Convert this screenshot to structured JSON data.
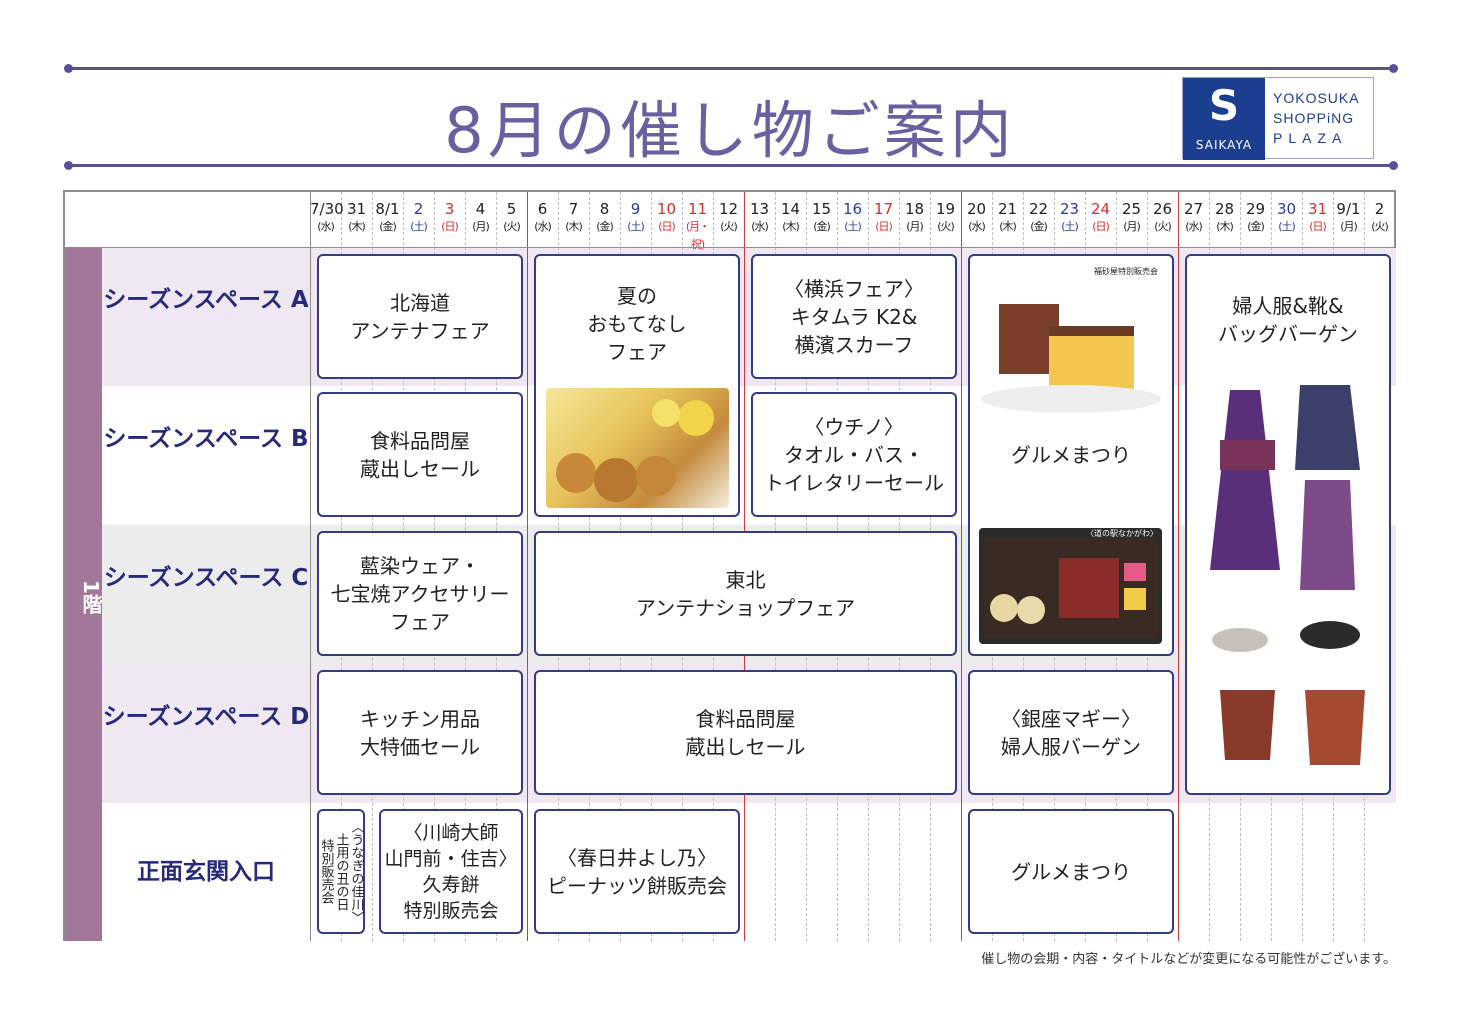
{
  "title": "8月の催し物ご案内",
  "logo": {
    "brand": "SAIKAYA",
    "line1": "YOKOSUKA",
    "line2": "SHOPPiNG",
    "line3": "PLAZA"
  },
  "floor_label": "1階",
  "spaces": [
    "シーズンスペース A",
    "シーズンスペース B",
    "シーズンスペース C",
    "シーズンスペース D",
    "正面玄関入口"
  ],
  "days": [
    {
      "d": "7/30",
      "w": "(水)",
      "t": ""
    },
    {
      "d": "31",
      "w": "(木)",
      "t": ""
    },
    {
      "d": "8/1",
      "w": "(金)",
      "t": ""
    },
    {
      "d": "2",
      "w": "(土)",
      "t": "sat"
    },
    {
      "d": "3",
      "w": "(日)",
      "t": "sun"
    },
    {
      "d": "4",
      "w": "(月)",
      "t": ""
    },
    {
      "d": "5",
      "w": "(火)",
      "t": ""
    },
    {
      "d": "6",
      "w": "(水)",
      "t": ""
    },
    {
      "d": "7",
      "w": "(木)",
      "t": ""
    },
    {
      "d": "8",
      "w": "(金)",
      "t": ""
    },
    {
      "d": "9",
      "w": "(土)",
      "t": "sat"
    },
    {
      "d": "10",
      "w": "(日)",
      "t": "sun"
    },
    {
      "d": "11",
      "w": "(月・祝)",
      "t": "sun"
    },
    {
      "d": "12",
      "w": "(火)",
      "t": ""
    },
    {
      "d": "13",
      "w": "(水)",
      "t": ""
    },
    {
      "d": "14",
      "w": "(木)",
      "t": ""
    },
    {
      "d": "15",
      "w": "(金)",
      "t": ""
    },
    {
      "d": "16",
      "w": "(土)",
      "t": "sat"
    },
    {
      "d": "17",
      "w": "(日)",
      "t": "sun"
    },
    {
      "d": "18",
      "w": "(月)",
      "t": ""
    },
    {
      "d": "19",
      "w": "(火)",
      "t": ""
    },
    {
      "d": "20",
      "w": "(水)",
      "t": ""
    },
    {
      "d": "21",
      "w": "(木)",
      "t": ""
    },
    {
      "d": "22",
      "w": "(金)",
      "t": ""
    },
    {
      "d": "23",
      "w": "(土)",
      "t": "sat"
    },
    {
      "d": "24",
      "w": "(日)",
      "t": "sun"
    },
    {
      "d": "25",
      "w": "(月)",
      "t": ""
    },
    {
      "d": "26",
      "w": "(火)",
      "t": ""
    },
    {
      "d": "27",
      "w": "(水)",
      "t": ""
    },
    {
      "d": "28",
      "w": "(木)",
      "t": ""
    },
    {
      "d": "29",
      "w": "(金)",
      "t": ""
    },
    {
      "d": "30",
      "w": "(土)",
      "t": "sat"
    },
    {
      "d": "31",
      "w": "(日)",
      "t": "sun"
    },
    {
      "d": "9/1",
      "w": "(月)",
      "t": ""
    },
    {
      "d": "2",
      "w": "(火)",
      "t": ""
    }
  ],
  "events": {
    "a1": "北海道\nアンテナフェア",
    "a2": "夏の\nおもてなし\nフェア",
    "a3": "〈横浜フェア〉\nキタムラ K2&\n横濱スカーフ",
    "a5": "婦人服&靴&\nバッグバーゲン",
    "b1": "食料品問屋\n蔵出しセール",
    "b3": "〈ウチノ〉\nタオル・バス・\nトイレタリーセール",
    "b4": "グルメまつり",
    "b4_caption": "福砂屋特別販売会",
    "c1": "藍染ウェア・\n七宝焼アクセサリー\nフェア",
    "c2": "東北\nアンテナショップフェア",
    "c4_caption": "〈道の駅なかがわ〉",
    "d1": "キッチン用品\n大特価セール",
    "d2": "食料品問屋\n蔵出しセール",
    "d4": "〈銀座マギー〉\n婦人服バーゲン",
    "e0": "〈うなぎの佳川〉\n土用の丑の日\n特別販売会",
    "e1": "〈川崎大師\n山門前・住吉〉\n久寿餅\n特別販売会",
    "e2": "〈春日井よし乃〉\nピーナッツ餅販売会",
    "e4": "グルメまつり"
  },
  "footnote": "催し物の会期・内容・タイトルなどが変更になる可能性がございます。"
}
